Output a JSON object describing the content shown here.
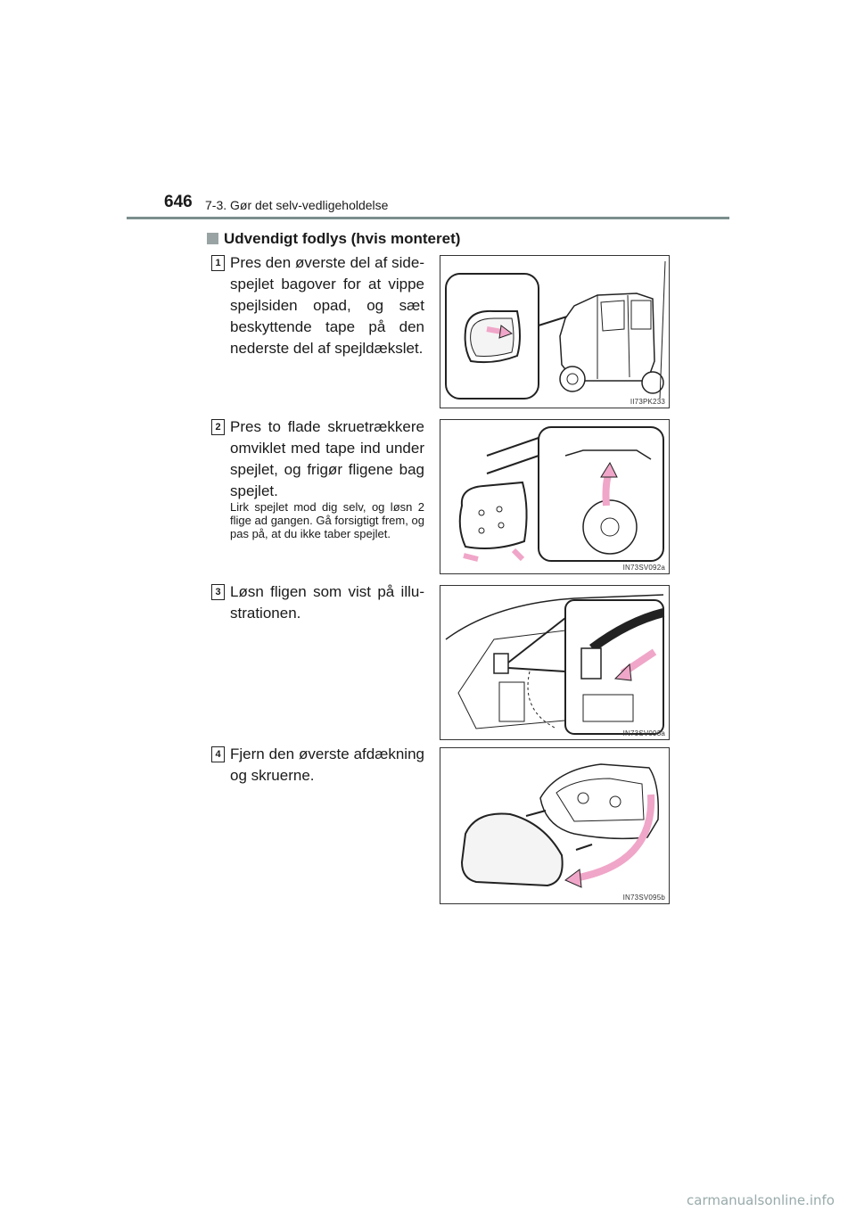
{
  "header": {
    "page_number": "646",
    "section": "7-3. Gør det selv-vedligeholdelse"
  },
  "section_heading": "Udvendigt fodlys (hvis monteret)",
  "steps": [
    {
      "number": "1",
      "text": "Pres den øverste del af side-spejlet bagover for at vippe spejlsiden opad, og sæt beskyttende tape på den nederste del af spejldækslet.",
      "image_code": "II73PK233"
    },
    {
      "number": "2",
      "text": "Pres to flade skruetrækkere omviklet med tape ind under spejlet, og frigør fligene bag spejlet.",
      "note": "Lirk spejlet mod dig selv, og løsn 2 flige ad gangen. Gå forsigtigt frem, og pas på, at du ikke taber spejlet.",
      "image_code": "IN73SV092a"
    },
    {
      "number": "3",
      "text": "Løsn fligen som vist på illu-strationen.",
      "image_code": "IN73SV093a"
    },
    {
      "number": "4",
      "text": "Fjern den øverste afdækning og skruerne.",
      "image_code": "IN73SV095b"
    }
  ],
  "footer": {
    "watermark": "carmanualsonline.info"
  },
  "colors": {
    "arrow_pink": "#f0a6c8",
    "rule": "#7c8e8e"
  }
}
